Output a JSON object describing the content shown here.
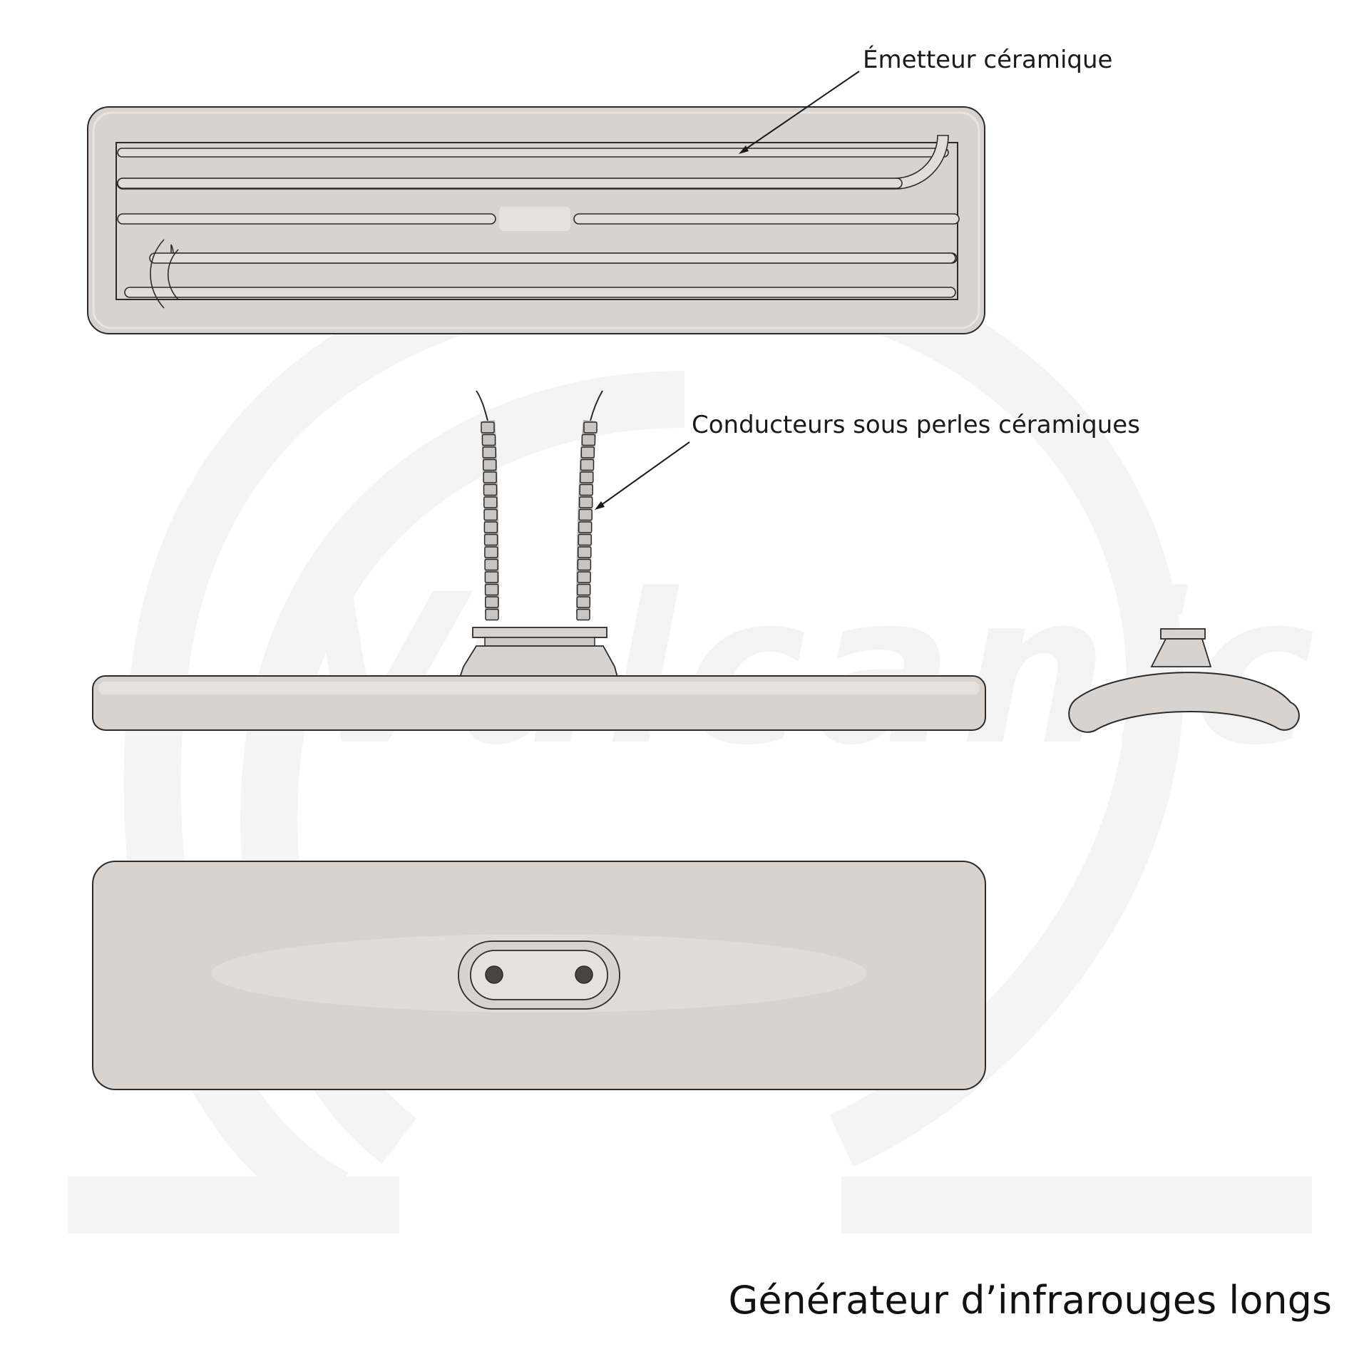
{
  "callouts": {
    "emitter": "Émetteur céramique",
    "conductors": "Conducteurs sous perles céramiques"
  },
  "title": "Générateur d’infrarouges longs",
  "watermark": {
    "text": "Vulcanic",
    "color": "#f3f3f3"
  },
  "colors": {
    "ceramic": "#d9d3cf",
    "ceramic_light": "#e6e1dd",
    "outline": "#2b2b2b",
    "bead": "#c4c1be",
    "pin": "#4a4543"
  }
}
